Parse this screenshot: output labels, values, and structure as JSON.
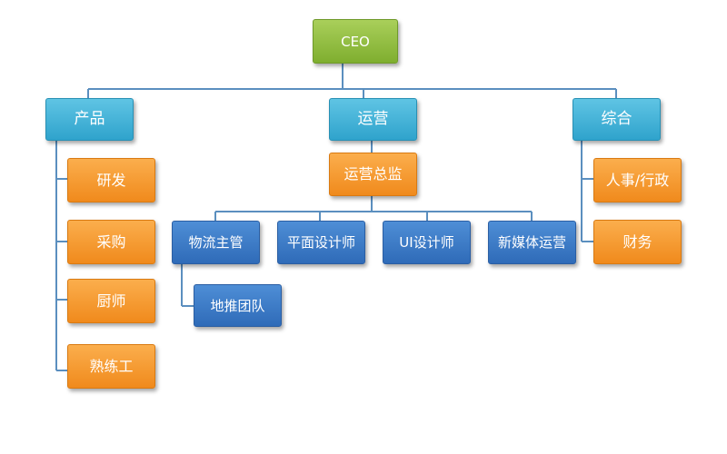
{
  "org": {
    "ceo": "CEO",
    "departments": {
      "product": "产品",
      "operations": "运营",
      "general": "综合"
    },
    "product_children": [
      "研发",
      "采购",
      "厨师",
      "熟练工"
    ],
    "operations_director": "运营总监",
    "director_children": [
      "物流主管",
      "平面设计师",
      "UI设计师",
      "新媒体运营"
    ],
    "logistics_children": [
      "地推团队"
    ],
    "general_children": [
      "人事/行政",
      "财务"
    ]
  },
  "colors": {
    "ceo": "#8cbf3f",
    "department": "#3cb1d9",
    "orange": "#f5961f",
    "blue": "#3a7cc9",
    "connector": "#5b8fbf"
  }
}
